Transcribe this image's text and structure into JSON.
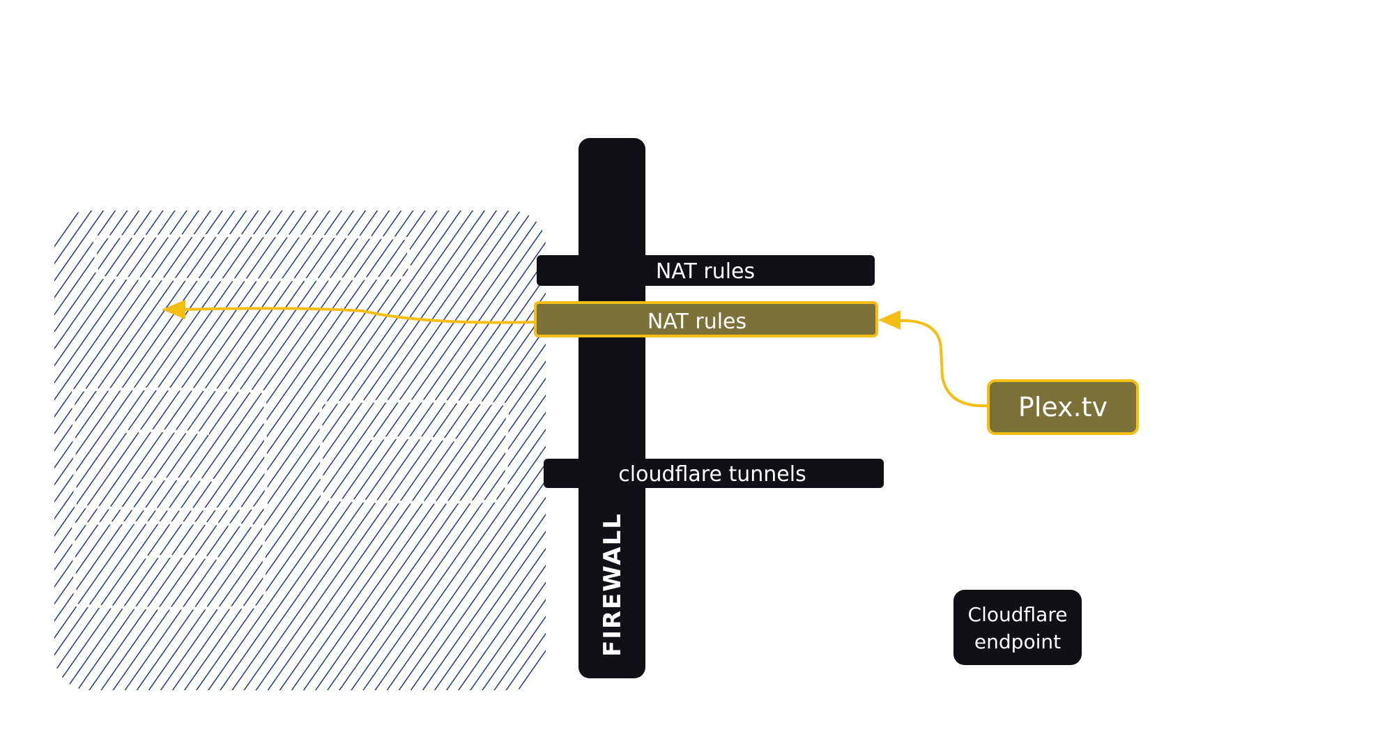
{
  "diagram": {
    "firewall": {
      "label": "FIREWALL",
      "color": "#0f1117"
    },
    "nat_rules_bar": {
      "label": "NAT rules",
      "color": "#0f1117"
    },
    "nat_rules_highlight": {
      "label": "NAT rules",
      "fill": "#7d713a",
      "stroke": "#f5be16"
    },
    "cloudflare_tunnels_bar": {
      "label": "cloudflare tunnels",
      "color": "#0f1117"
    },
    "plex_node": {
      "label": "Plex.tv",
      "fill": "#7d713a",
      "stroke": "#f5be16"
    },
    "cloudflare_endpoint": {
      "label_line1": "Cloudflare",
      "label_line2": "endpoint",
      "color": "#0f1117"
    },
    "network_zone": {
      "hatch_color": "#233a7a"
    },
    "arrow_color": "#f5be16"
  }
}
